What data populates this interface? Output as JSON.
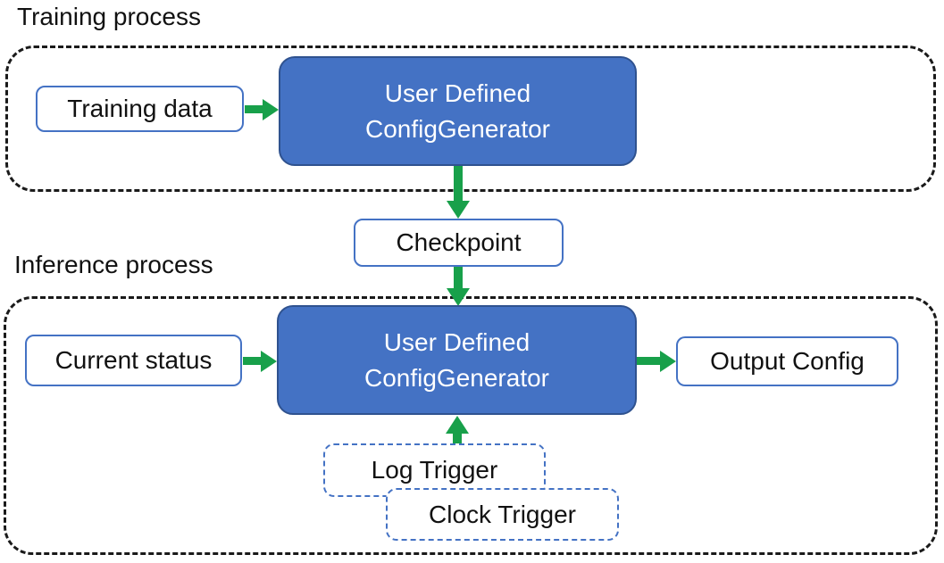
{
  "diagram": {
    "training_section": {
      "title": "Training process",
      "training_data_label": "Training data",
      "generator_line1": "User Defined",
      "generator_line2": "ConfigGenerator"
    },
    "checkpoint_label": "Checkpoint",
    "inference_section": {
      "title": "Inference process",
      "current_status_label": "Current status",
      "generator_line1": "User Defined",
      "generator_line2": "ConfigGenerator",
      "output_config_label": "Output Config",
      "log_trigger_label": "Log Trigger",
      "clock_trigger_label": "Clock Trigger"
    },
    "colors": {
      "node_fill_blue": "#4472C4",
      "node_border_blue": "#2F528F",
      "outline_blue": "#4472C4",
      "arrow_green": "#18A04A",
      "dash_black": "#1a1a1a"
    }
  }
}
